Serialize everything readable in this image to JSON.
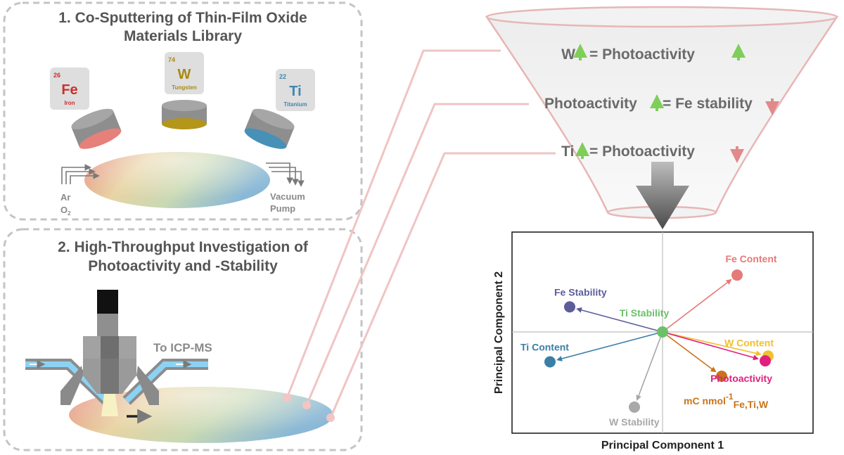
{
  "panel1": {
    "title_line1": "1. Co-Sputtering of Thin-Film Oxide",
    "title_line2": "Materials Library",
    "elements": [
      {
        "number": "26",
        "symbol": "Fe",
        "name": "Iron",
        "color": "#c9302c"
      },
      {
        "number": "74",
        "symbol": "W",
        "name": "Tungsten",
        "color": "#a88a10"
      },
      {
        "number": "22",
        "symbol": "Ti",
        "name": "Titanium",
        "color": "#3f86b0"
      }
    ],
    "gas_ar": "Ar",
    "gas_o2": "O",
    "gas_o2_sub": "2",
    "vacuum_line1": "Vacuum",
    "vacuum_line2": "Pump"
  },
  "panel2": {
    "title_line1": "2. High-Throughput Investigation of",
    "title_line2": "Photoactivity and -Stability",
    "icp_label": "To ICP-MS"
  },
  "funnel": {
    "rule1": {
      "left": "W",
      "right": "= Photoactivity"
    },
    "rule2": {
      "left": "Photoactivity",
      "right": "= Fe stability"
    },
    "rule3": {
      "left": "Ti",
      "right": "= Photoactivity"
    },
    "up_color": "#7fce5a",
    "down_color": "#e08a8a"
  },
  "chart_data": {
    "type": "scatter",
    "xlabel": "Principal Component 1",
    "ylabel": "Principal Component 2",
    "xlim": [
      -1,
      1
    ],
    "ylim": [
      -1,
      1
    ],
    "origin": {
      "name": "Ti Stability",
      "x": 0,
      "y": 0,
      "color": "#6cc067"
    },
    "points": [
      {
        "name": "Fe Content",
        "x": 0.53,
        "y": 0.59,
        "color": "#e57a78"
      },
      {
        "name": "Fe Stability",
        "x": -0.66,
        "y": 0.26,
        "color": "#5c5d9a"
      },
      {
        "name": "Ti Content",
        "x": -0.8,
        "y": -0.31,
        "color": "#3a7fa6"
      },
      {
        "name": "W Content",
        "x": 0.75,
        "y": -0.25,
        "color": "#f0c030"
      },
      {
        "name": "Photoactivity",
        "x": 0.73,
        "y": -0.3,
        "color": "#e0207f"
      },
      {
        "name": "mC nmol",
        "name_sup": "-1",
        "name_sub": "Fe,Ti,W",
        "x": 0.42,
        "y": -0.46,
        "color": "#c8741a"
      },
      {
        "name": "W Stability",
        "x": -0.2,
        "y": -0.78,
        "color": "#a8a8a8"
      }
    ]
  }
}
